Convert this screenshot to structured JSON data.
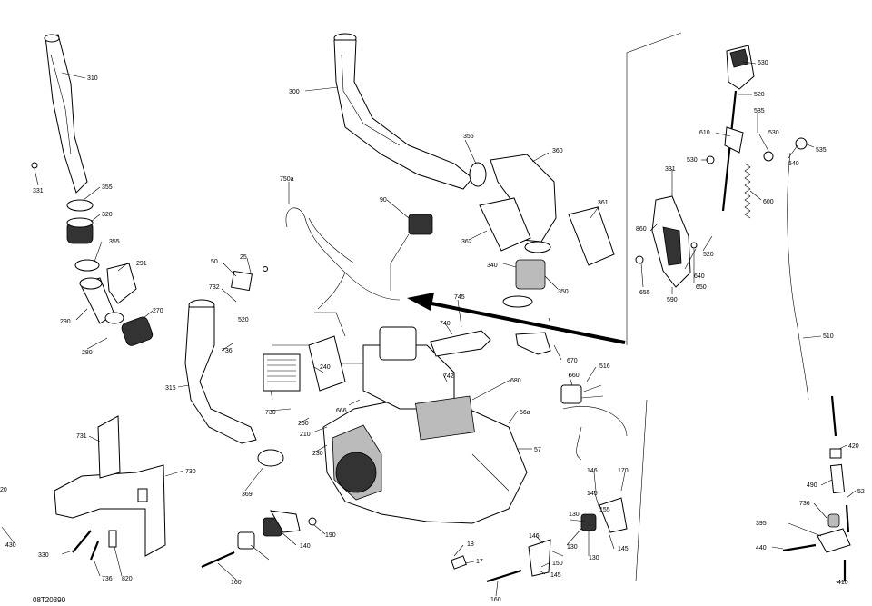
{
  "reference_code": "08T20390",
  "callouts": [
    {
      "id": "c310",
      "text": "310"
    },
    {
      "id": "c300",
      "text": "300"
    },
    {
      "id": "c630",
      "text": "630"
    },
    {
      "id": "c520a",
      "text": "520"
    },
    {
      "id": "c535a",
      "text": "535"
    },
    {
      "id": "c610",
      "text": "610"
    },
    {
      "id": "c530a",
      "text": "530"
    },
    {
      "id": "c530b",
      "text": "530"
    },
    {
      "id": "c535b",
      "text": "535"
    },
    {
      "id": "c540",
      "text": "540"
    },
    {
      "id": "c355a",
      "text": "355"
    },
    {
      "id": "c360",
      "text": "360"
    },
    {
      "id": "c331a",
      "text": "331"
    },
    {
      "id": "c331b",
      "text": "331"
    },
    {
      "id": "c355b",
      "text": "355"
    },
    {
      "id": "c320",
      "text": "320"
    },
    {
      "id": "c750a",
      "text": "750a"
    },
    {
      "id": "c90",
      "text": "90"
    },
    {
      "id": "c361",
      "text": "361"
    },
    {
      "id": "c600",
      "text": "600"
    },
    {
      "id": "c362",
      "text": "362"
    },
    {
      "id": "c860",
      "text": "860"
    },
    {
      "id": "c520b",
      "text": "520"
    },
    {
      "id": "c355c",
      "text": "355"
    },
    {
      "id": "c25",
      "text": "25"
    },
    {
      "id": "c291",
      "text": "291"
    },
    {
      "id": "c50",
      "text": "50"
    },
    {
      "id": "c340",
      "text": "340"
    },
    {
      "id": "c640",
      "text": "640"
    },
    {
      "id": "c655",
      "text": "655"
    },
    {
      "id": "c650",
      "text": "650"
    },
    {
      "id": "c590",
      "text": "590"
    },
    {
      "id": "c732",
      "text": "732"
    },
    {
      "id": "c350",
      "text": "350"
    },
    {
      "id": "c745",
      "text": "745"
    },
    {
      "id": "c290",
      "text": "290"
    },
    {
      "id": "c270",
      "text": "270"
    },
    {
      "id": "c520c",
      "text": "520"
    },
    {
      "id": "c740",
      "text": "740"
    },
    {
      "id": "c510",
      "text": "510"
    },
    {
      "id": "c280",
      "text": "280"
    },
    {
      "id": "c736a",
      "text": "736"
    },
    {
      "id": "c670",
      "text": "670"
    },
    {
      "id": "c240",
      "text": "240"
    },
    {
      "id": "c742",
      "text": "742"
    },
    {
      "id": "c660",
      "text": "660"
    },
    {
      "id": "c516",
      "text": "516"
    },
    {
      "id": "c315",
      "text": "315"
    },
    {
      "id": "c680",
      "text": "680"
    },
    {
      "id": "c730a",
      "text": "730"
    },
    {
      "id": "c666",
      "text": "666"
    },
    {
      "id": "c56a",
      "text": "56a"
    },
    {
      "id": "c250",
      "text": "250"
    },
    {
      "id": "c210",
      "text": "210"
    },
    {
      "id": "c731",
      "text": "731"
    },
    {
      "id": "c57",
      "text": "57"
    },
    {
      "id": "c420",
      "text": "420"
    },
    {
      "id": "c230",
      "text": "230"
    },
    {
      "id": "c730b",
      "text": "730"
    },
    {
      "id": "c146a",
      "text": "146"
    },
    {
      "id": "c170",
      "text": "170"
    },
    {
      "id": "c369",
      "text": "369"
    },
    {
      "id": "c490",
      "text": "490"
    },
    {
      "id": "c20",
      "text": "20"
    },
    {
      "id": "c52",
      "text": "52"
    },
    {
      "id": "c145a",
      "text": "145"
    },
    {
      "id": "c736b",
      "text": "736"
    },
    {
      "id": "c155",
      "text": "155"
    },
    {
      "id": "c190",
      "text": "190"
    },
    {
      "id": "c395",
      "text": "395"
    },
    {
      "id": "c430",
      "text": "430"
    },
    {
      "id": "c140",
      "text": "140"
    },
    {
      "id": "c146b",
      "text": "146"
    },
    {
      "id": "c130a",
      "text": "130"
    },
    {
      "id": "c145b",
      "text": "145"
    },
    {
      "id": "c440",
      "text": "440"
    },
    {
      "id": "c330",
      "text": "330"
    },
    {
      "id": "c18",
      "text": "18"
    },
    {
      "id": "c130b",
      "text": "130"
    },
    {
      "id": "c130c",
      "text": "130"
    },
    {
      "id": "c17",
      "text": "17"
    },
    {
      "id": "c150",
      "text": "150"
    },
    {
      "id": "c736c",
      "text": "736"
    },
    {
      "id": "c820",
      "text": "820"
    },
    {
      "id": "c160a",
      "text": "160"
    },
    {
      "id": "c145c",
      "text": "145"
    },
    {
      "id": "c410",
      "text": "410"
    },
    {
      "id": "c160b",
      "text": "160"
    }
  ]
}
